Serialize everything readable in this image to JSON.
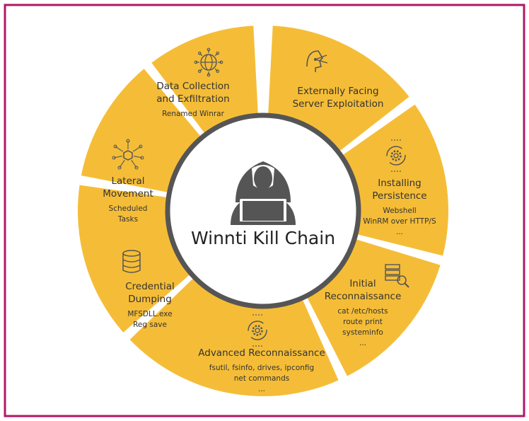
{
  "colors": {
    "frame": "#b0176a",
    "segment": "#f5bd37",
    "gap": "#ffffff",
    "ring": "#555555",
    "figure": "#555555",
    "text": "#333333"
  },
  "center": {
    "title": "Winnti Kill Chain",
    "icon": "hacker-icon"
  },
  "segments": [
    {
      "id": "external",
      "icon": "target-icon",
      "title": [
        "Externally Facing",
        "Server Exploitation"
      ],
      "details": []
    },
    {
      "id": "persistence",
      "icon": "gear-cycle-icon",
      "title": [
        "Installing",
        "Persistence"
      ],
      "details": [
        "Webshell",
        "WinRM over HTTP/S",
        "..."
      ]
    },
    {
      "id": "initial-recon",
      "icon": "server-search-icon",
      "title": [
        "Initial",
        "Reconnaissance"
      ],
      "details": [
        "cat /etc/hosts",
        "route print",
        "systeminfo",
        "..."
      ]
    },
    {
      "id": "advanced-recon",
      "icon": "gear-cycle-icon",
      "title": [
        "Advanced Reconnaissance"
      ],
      "details": [
        "fsutil, fsinfo, drives, ipconfig",
        "net commands",
        "..."
      ]
    },
    {
      "id": "credential",
      "icon": "database-icon",
      "title": [
        "Credential",
        "Dumping"
      ],
      "details": [
        "MFSDLL.exe",
        "Reg save"
      ]
    },
    {
      "id": "lateral",
      "icon": "network-cube-icon",
      "title": [
        "Lateral",
        "Movement"
      ],
      "details": [
        "Scheduled",
        "Tasks"
      ]
    },
    {
      "id": "exfil",
      "icon": "globe-icon",
      "title": [
        "Data Collection",
        "and Exfiltration"
      ],
      "details": [
        "Renamed Winrar"
      ]
    }
  ]
}
